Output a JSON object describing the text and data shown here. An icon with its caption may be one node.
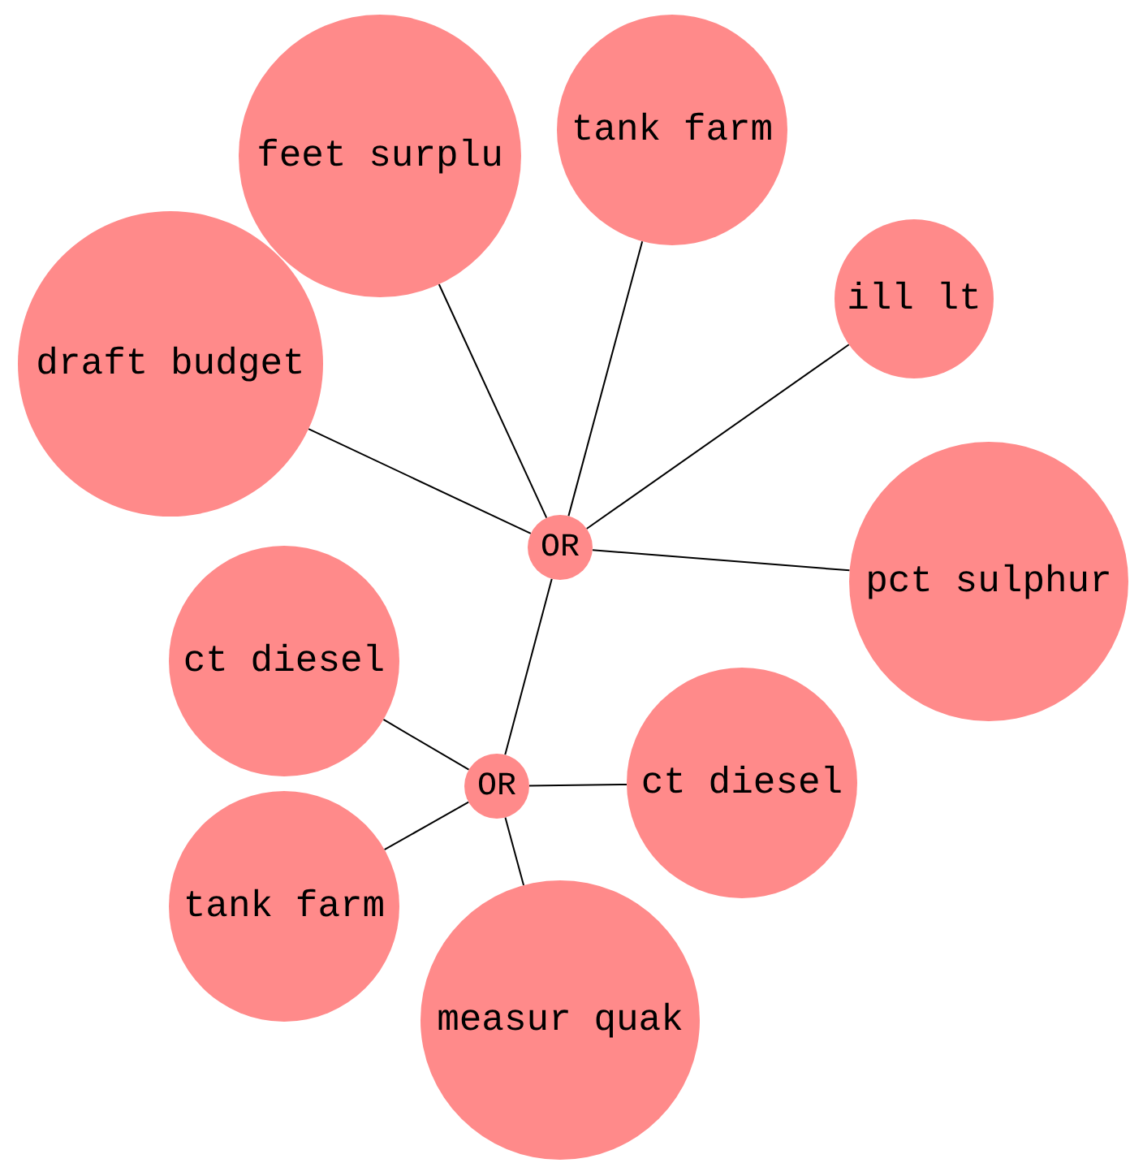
{
  "diagram": {
    "nodes": [
      {
        "text": [
          "feet surplu"
        ]
      },
      {
        "text": [
          "tank farm"
        ]
      },
      {
        "text": [
          "ill lt"
        ]
      },
      {
        "text": [
          "draft budget"
        ]
      },
      {
        "text": [
          "OR"
        ]
      },
      {
        "text": [
          "pct sulphur"
        ]
      },
      {
        "text": [
          "ct diesel"
        ]
      },
      {
        "text": [
          "OR"
        ]
      },
      {
        "text": [
          "ct diesel"
        ]
      },
      {
        "text": [
          "tank farm"
        ]
      },
      {
        "text": [
          "measur quak"
        ]
      }
    ],
    "edges": [
      {
        "from": 4,
        "to": 0,
        "arrow": "none"
      },
      {
        "from": 4,
        "to": 1,
        "arrow": "none"
      },
      {
        "from": 4,
        "to": 2,
        "arrow": "none"
      },
      {
        "from": 4,
        "to": 3,
        "arrow": "none"
      },
      {
        "from": 4,
        "to": 5,
        "arrow": "none"
      },
      {
        "from": 4,
        "to": 7,
        "arrow": "none"
      },
      {
        "from": 7,
        "to": 6,
        "arrow": "none"
      },
      {
        "from": 7,
        "to": 8,
        "arrow": "none"
      },
      {
        "from": 7,
        "to": 9,
        "arrow": "none"
      },
      {
        "from": 7,
        "to": 10,
        "arrow": "none"
      }
    ]
  }
}
